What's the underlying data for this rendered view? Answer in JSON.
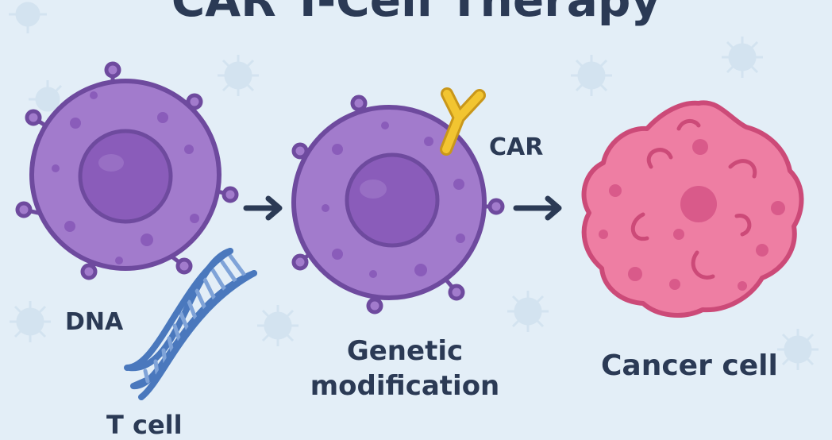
{
  "title": "CAR T-Cell Therapy",
  "labels": {
    "dna": "DNA",
    "t_cell": "T cell",
    "car": "CAR",
    "genetic_modification": "Genetic modification",
    "cancer_cell": "Cancer cell"
  },
  "colors": {
    "background": "#e3eef7",
    "t_cell_fill": "#a27bcc",
    "t_cell_outline": "#6e4a9e",
    "nucleus": "#8a5cba",
    "car_receptor": "#f2c531",
    "dna": "#4a78bd",
    "cancer_fill": "#ee7ea3",
    "cancer_outline": "#cc4a78",
    "arrow": "#2b3a55",
    "text": "#2b3a55"
  }
}
